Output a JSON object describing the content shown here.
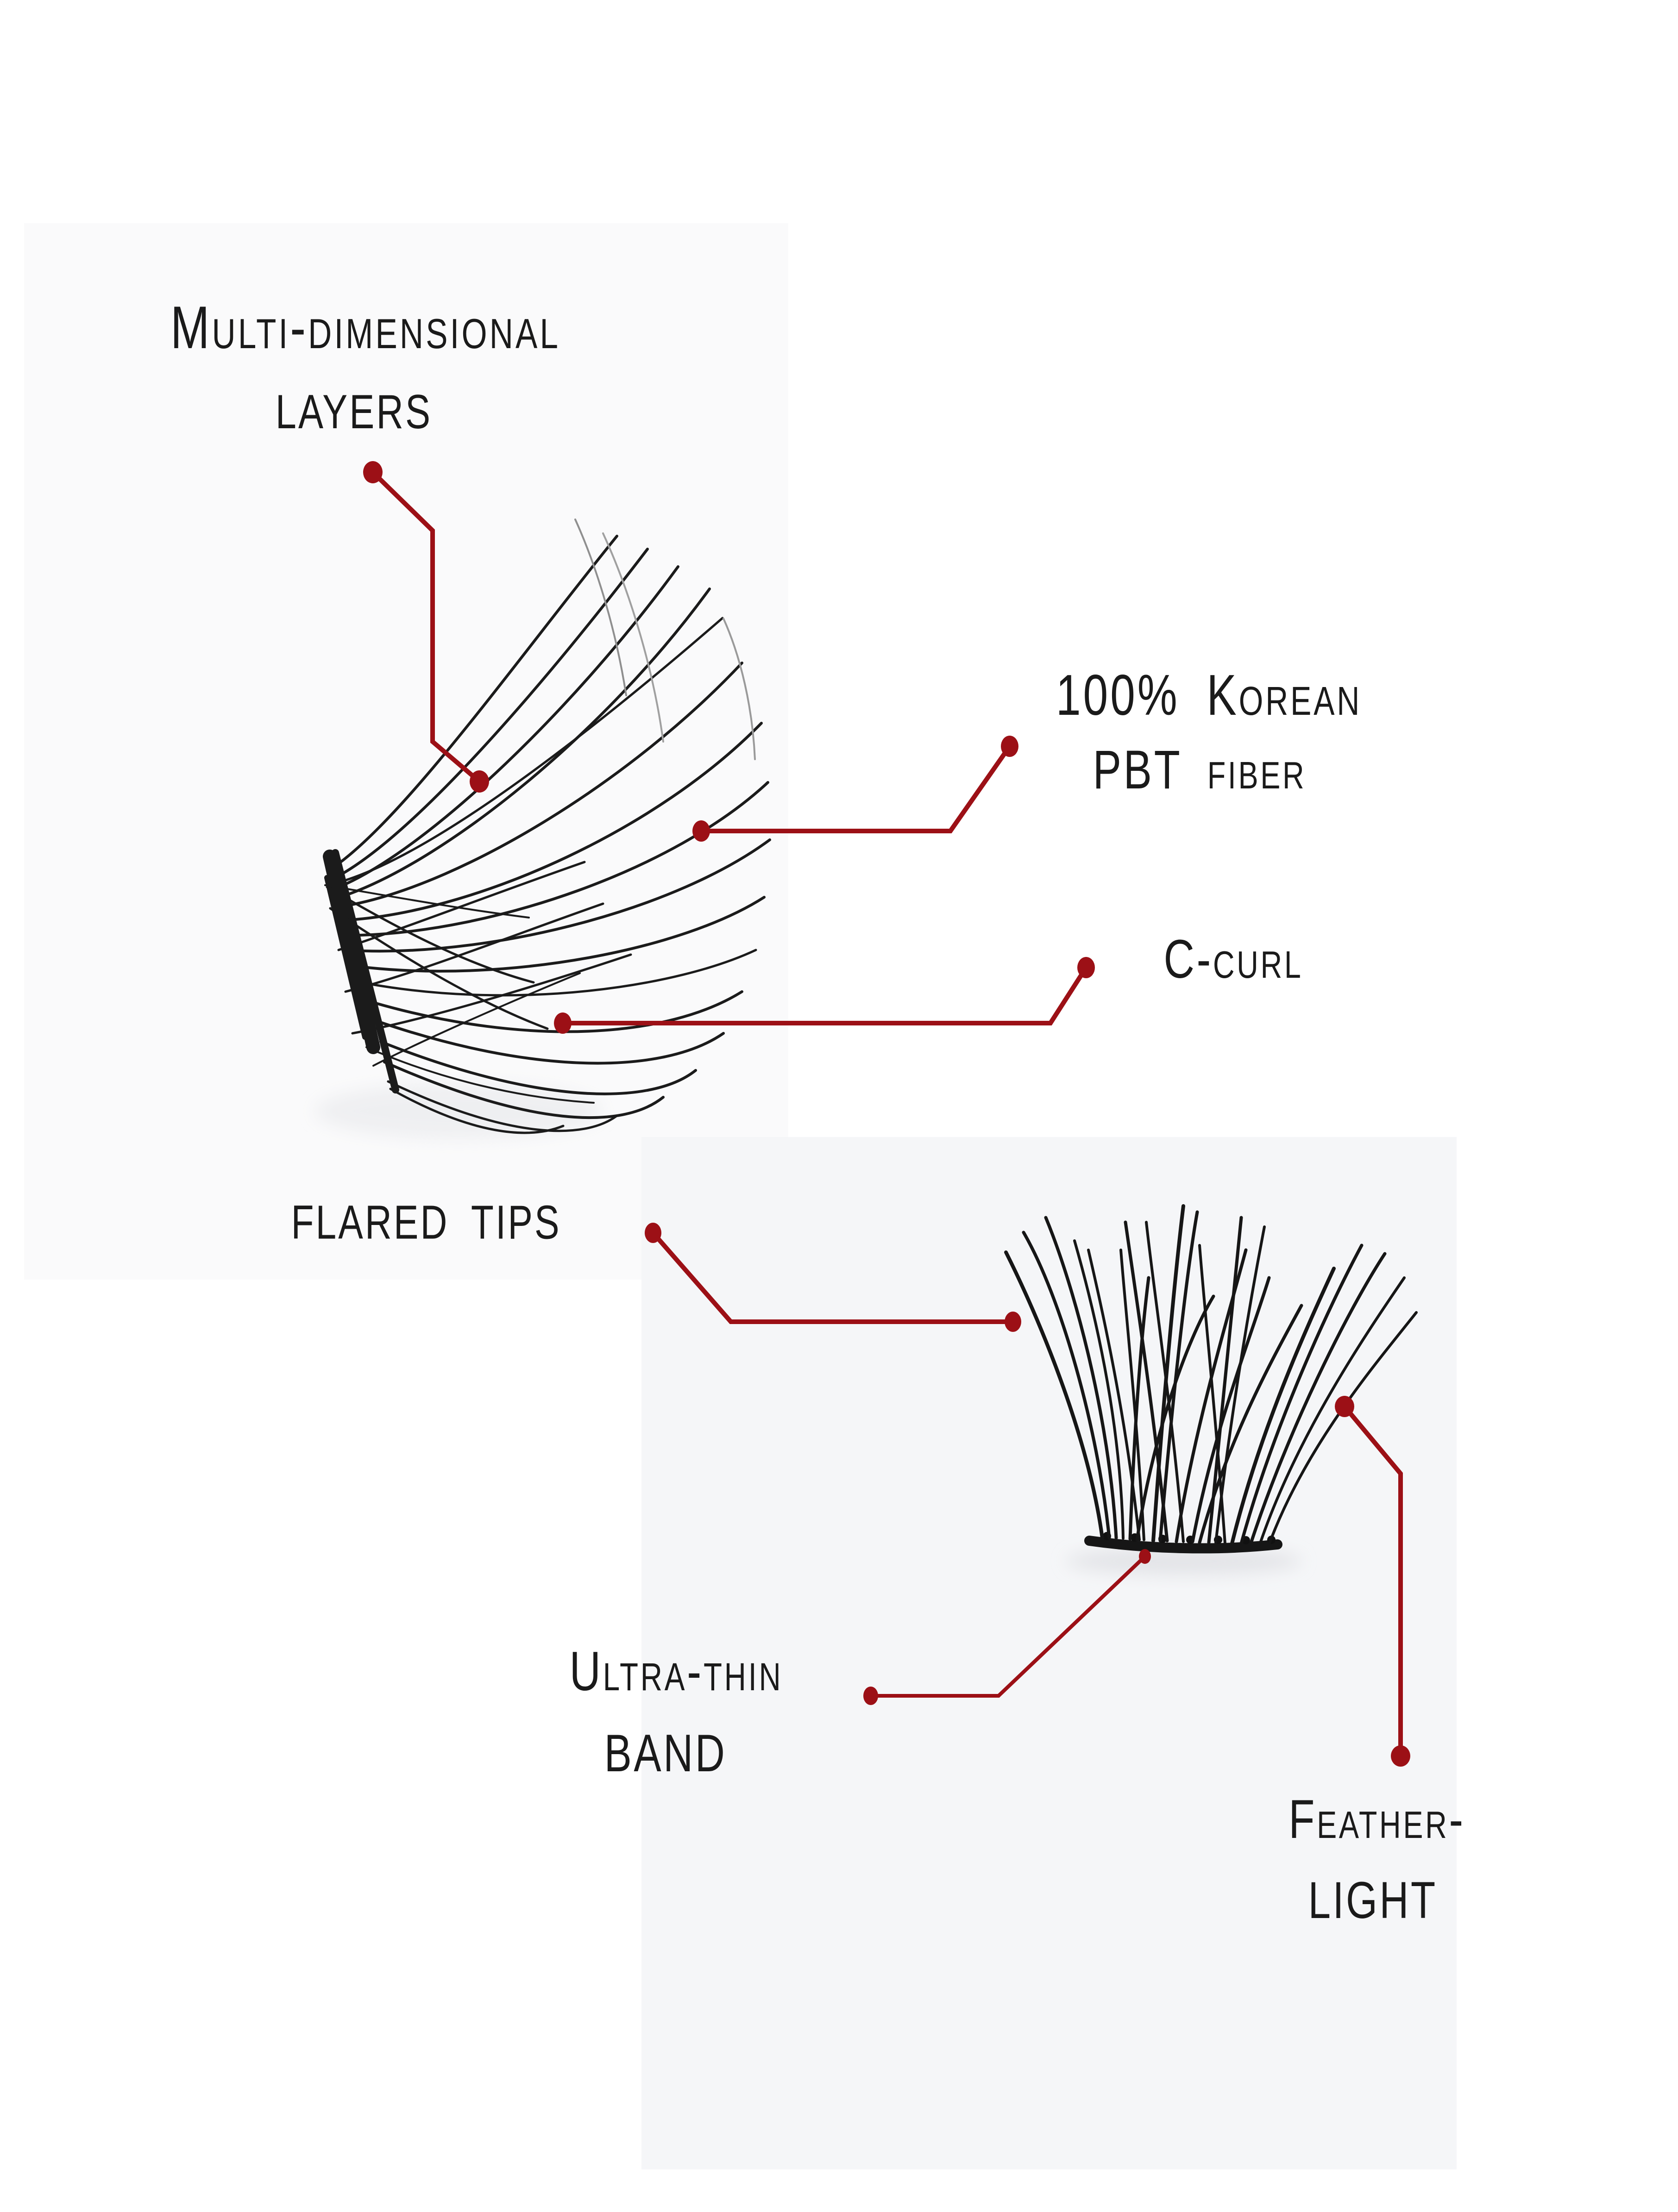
{
  "page": {
    "background_color": "#ffffff",
    "accent_color": "#9c1016",
    "text_color": "#1a1a1a",
    "photo_top_bg": "#fafafb",
    "photo_bottom_bg": "#f5f6f8"
  },
  "labels": {
    "multi_dimensional": {
      "line1": "Multi-dimensional",
      "line2": "layers"
    },
    "korean_pbt": {
      "line1": "100% Korean",
      "line2": "PBT fiber"
    },
    "c_curl": {
      "text": "C-curl"
    },
    "flared_tips": {
      "text": "flared tips"
    },
    "ultra_thin": {
      "line1": "Ultra-thin",
      "line2": "band"
    },
    "feather_light": {
      "line1": "Feather-",
      "line2": "light"
    }
  }
}
